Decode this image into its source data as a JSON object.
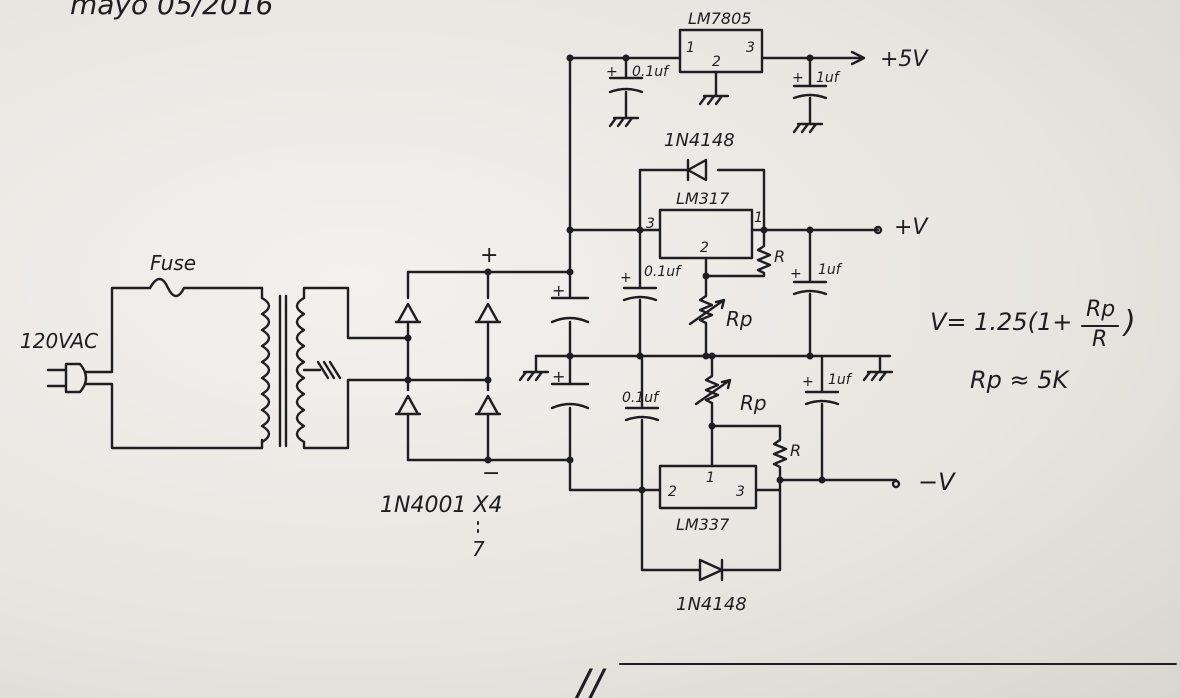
{
  "header": {
    "date": "mayo 05/2016"
  },
  "input": {
    "voltage": "120VAC",
    "fuse": "Fuse"
  },
  "rectifier": {
    "diodes": "1N4001 X4",
    "diodes_range": "7",
    "plus": "+",
    "minus": "−"
  },
  "reg5v": {
    "name": "LM7805",
    "pin1": "1",
    "pin2": "2",
    "pin3": "3",
    "cin_label": "0.1uf",
    "cout_label": "1uf",
    "output": "+5V",
    "cap_plus": "+"
  },
  "reg_pos": {
    "name": "LM317",
    "pin1": "1",
    "pin2": "2",
    "pin3": "3",
    "diode": "1N4148",
    "resistor": "R",
    "pot": "Rp",
    "cin_label": "0.1uf",
    "cout_label": "1uf",
    "output": "+V"
  },
  "reg_neg": {
    "name": "LM337",
    "pin1": "1",
    "pin2": "2",
    "pin3": "3",
    "diode": "1N4148",
    "resistor": "R",
    "pot": "Rp",
    "cin_label": "0.1uf",
    "cout_label": "1uf",
    "output": "−V"
  },
  "formula": {
    "lhs": "V= 1.25(1+",
    "num": "Rp",
    "den": "R",
    "close": ")",
    "approx": "Rp ≈ 5K"
  },
  "footer": {
    "mark": "//"
  }
}
